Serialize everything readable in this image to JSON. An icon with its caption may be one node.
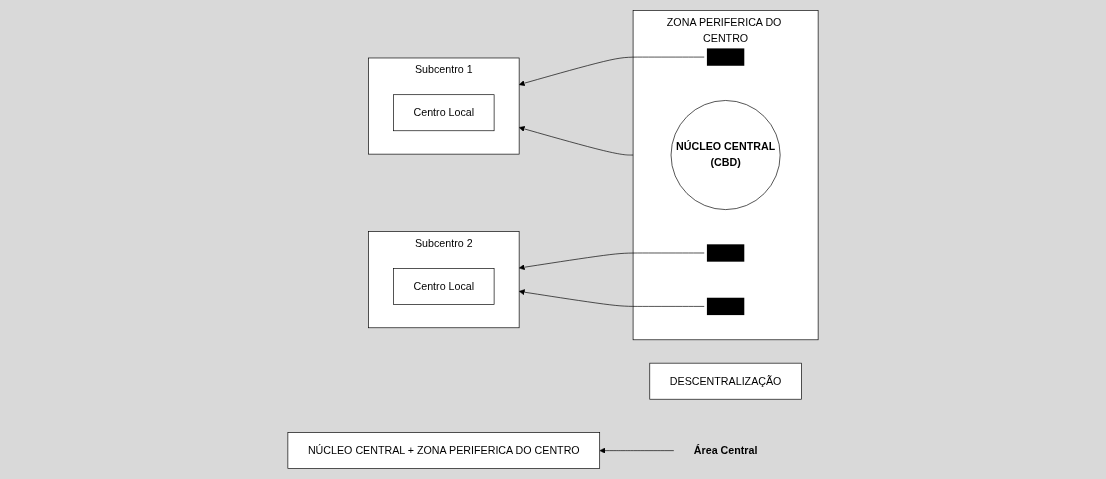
{
  "diagram": {
    "nodes": [
      {
        "text": [
          "Subcentro 1"
        ]
      },
      {
        "text": [
          "Centro Local"
        ],
        "in": 0
      },
      {
        "text": [
          "Subcentro 2"
        ]
      },
      {
        "text": [
          "Centro Local"
        ],
        "in": 2
      },
      {
        "text": [
          "ZONA PERIFERICA DO CENTRO"
        ]
      },
      {
        "text": [
          "NÚCLEO CENTRAL",
          "(CBD)"
        ],
        "in": 4
      },
      {
        "text": [],
        "shape": "box",
        "in": 4
      },
      {
        "text": [],
        "shape": "box",
        "in": 4
      },
      {
        "text": [],
        "shape": "box",
        "in": 4
      },
      {
        "text": [
          "DESCENTRALIZAÇÃO"
        ]
      },
      {
        "text": [
          "Área Central"
        ]
      },
      {
        "text": [
          "NÚCLEO CENTRAL + ZONA PERIFERICA DO CENTRO"
        ]
      }
    ],
    "edges": [
      {
        "from": 6,
        "to": 0,
        "arrow": "to"
      },
      {
        "from": 4,
        "to": 0,
        "arrow": "to"
      },
      {
        "from": 7,
        "to": 2,
        "arrow": "to"
      },
      {
        "from": 8,
        "to": 2,
        "arrow": "to"
      },
      {
        "from": 10,
        "to": 11,
        "arrow": "to"
      }
    ]
  }
}
